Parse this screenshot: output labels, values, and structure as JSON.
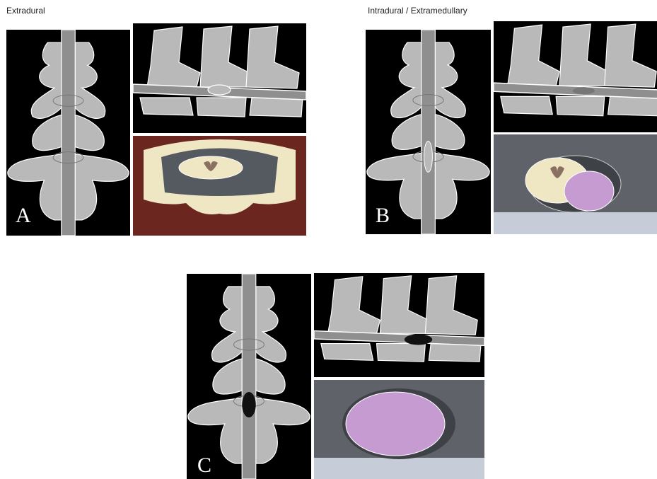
{
  "headings": {
    "extradural": "Extradural",
    "intradural": "Intradural / Extramedullary"
  },
  "labels": {
    "a": "A",
    "b": "B",
    "c": "C"
  },
  "colors": {
    "background": "#000000",
    "bone": "#b9b9b9",
    "bone_outline": "#ffffff",
    "cord": "#8f8f8f",
    "tissue": "#6b2620",
    "fat": "#efe6c4",
    "tumor": "#c69bd2",
    "sheath": "#7a7c80"
  }
}
